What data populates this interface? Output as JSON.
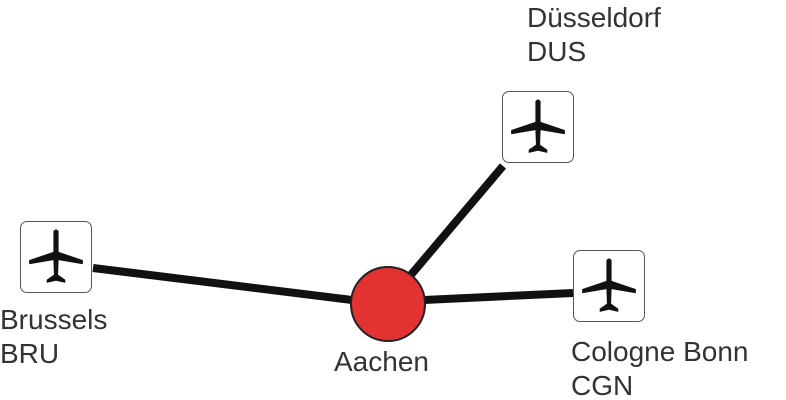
{
  "hub": {
    "name": "Aachen",
    "color": "#e33232"
  },
  "airports": [
    {
      "id": "dus",
      "city": "Düsseldorf",
      "code": "DUS"
    },
    {
      "id": "bru",
      "city": "Brussels",
      "code": "BRU"
    },
    {
      "id": "cgn",
      "city": "Cologne Bonn",
      "code": "CGN"
    }
  ],
  "icons": {
    "airport": "airplane-icon"
  },
  "colors": {
    "line": "#111111",
    "text": "#333333",
    "box_border": "#555555"
  }
}
